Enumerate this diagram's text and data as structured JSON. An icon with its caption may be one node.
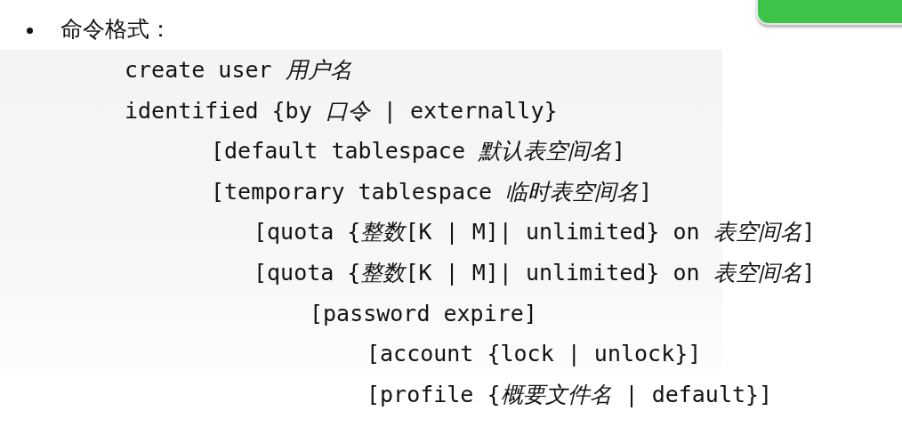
{
  "diagram": {
    "title": "命令格式：",
    "nodes": [
      {
        "text": [],
        "shape": "box"
      }
    ],
    "labels": [
      "create user *用户名*",
      "identified {by *口令* | externally}",
      "[default tablespace *默认表空间名*]",
      "[temporary tablespace *临时表空间名*]",
      "[quota {*整数*[K | M]| unlimited} on *表空间名*]",
      "[quota {*整数*[K | M]| unlimited} on *表空间名*]",
      "[password expire]",
      "[account {lock | unlock}]",
      "[profile {*概要文件名* | default}]"
    ]
  }
}
